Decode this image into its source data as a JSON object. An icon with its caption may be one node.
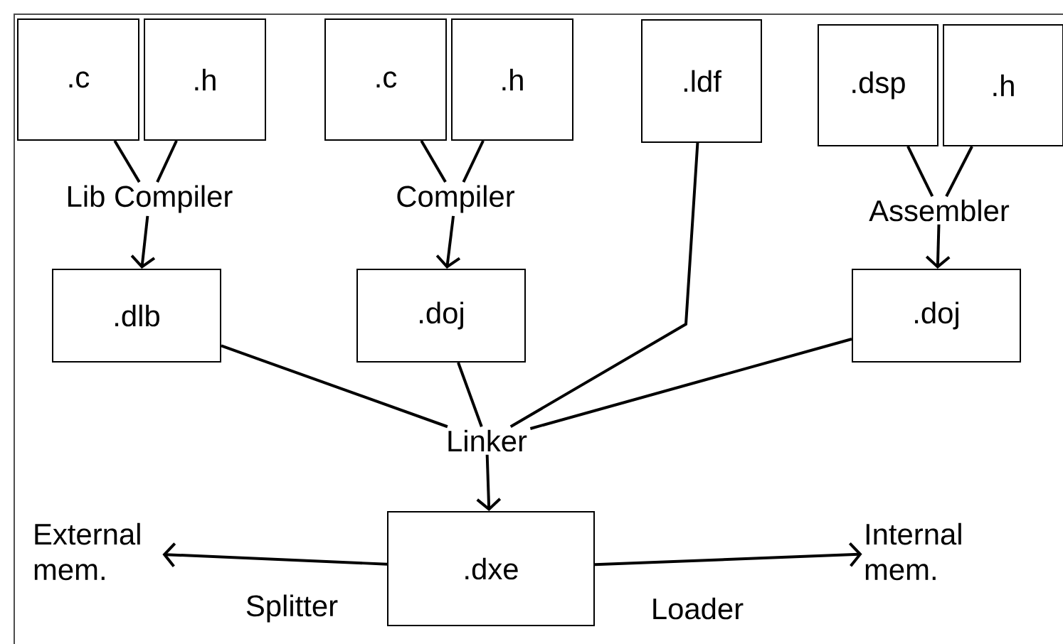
{
  "diagram": {
    "nodes": [
      {
        "text": [
          ".c"
        ]
      },
      {
        "text": [
          ".h"
        ]
      },
      {
        "text": [
          ".c"
        ]
      },
      {
        "text": [
          ".h"
        ]
      },
      {
        "text": [
          ".ldf"
        ]
      },
      {
        "text": [
          ".dsp"
        ]
      },
      {
        "text": [
          ".h"
        ]
      },
      {
        "text": [
          "Lib Compiler"
        ]
      },
      {
        "text": [
          "Compiler"
        ]
      },
      {
        "text": [
          "Assembler"
        ]
      },
      {
        "text": [
          ".dlb"
        ]
      },
      {
        "text": [
          ".doj"
        ]
      },
      {
        "text": [
          ".doj"
        ]
      },
      {
        "text": [
          "Linker"
        ]
      },
      {
        "text": [
          "External mem."
        ]
      },
      {
        "text": [
          ".dxe"
        ]
      },
      {
        "text": [
          "Internal mem."
        ]
      }
    ],
    "edges": [
      {
        "from": 0,
        "to": 7,
        "arrow": "none"
      },
      {
        "from": 1,
        "to": 7,
        "arrow": "none"
      },
      {
        "from": 2,
        "to": 8,
        "arrow": "none"
      },
      {
        "from": 3,
        "to": 8,
        "arrow": "none"
      },
      {
        "from": 5,
        "to": 9,
        "arrow": "none"
      },
      {
        "from": 6,
        "to": 9,
        "arrow": "none"
      },
      {
        "from": 7,
        "to": 10,
        "arrow": "to"
      },
      {
        "from": 8,
        "to": 11,
        "arrow": "to"
      },
      {
        "from": 9,
        "to": 12,
        "arrow": "to"
      },
      {
        "from": 10,
        "to": 13,
        "arrow": "none"
      },
      {
        "from": 11,
        "to": 13,
        "arrow": "none"
      },
      {
        "from": 4,
        "to": 13,
        "arrow": "none"
      },
      {
        "from": 12,
        "to": 13,
        "arrow": "none"
      },
      {
        "from": 13,
        "to": 15,
        "arrow": "to"
      },
      {
        "from": 15,
        "to": 14,
        "arrow": "to",
        "label": "Splitter"
      },
      {
        "from": 15,
        "to": 16,
        "arrow": "to",
        "label": "Loader"
      }
    ]
  }
}
